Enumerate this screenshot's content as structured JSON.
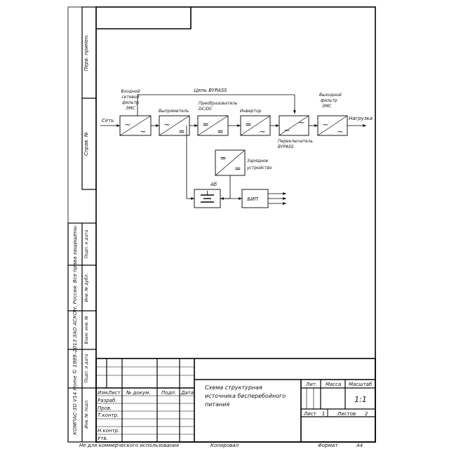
{
  "left_strip": {
    "perv_primen": "Перв. примен.",
    "sprav_no": "Справ. №",
    "podp_data_1": "Подп. и дата",
    "inv_dubl": "Инв. № дубл.",
    "vzam_inv": "Взам. инв. №",
    "podp_data_2": "Подп. и дата",
    "inv_podl": "Инв. № подл.",
    "copyright": "КОМПАС-3D V14 Home © 1989–2013 ЗАО АСКОН, Россия. Все права защищены."
  },
  "diagram": {
    "input_filter": [
      "Входной",
      "сетевой",
      "фильтр",
      "ЭМС"
    ],
    "mains": "Сеть",
    "rectifier": "Выпрямитель",
    "dcdc": [
      "Преобразователь",
      "DC/DC"
    ],
    "inverter": "Инвертор",
    "bypass_switch": [
      "Переключатель",
      "BYPASS"
    ],
    "bypass_chain": "Цепь BYPASS",
    "output_filter": [
      "Выходной",
      "фильтр",
      "ЭМС"
    ],
    "load": "Нагрузка",
    "charger": [
      "Зарядное",
      "устройство"
    ],
    "battery": "Аб",
    "bip": "БИП",
    "symbols": {
      "ac": "~",
      "dc": "="
    }
  },
  "title_block": {
    "name": [
      "Схема структурная",
      "источника бесперебойного",
      "питания"
    ],
    "col_izm": "Изм.",
    "col_list": "Лист",
    "col_docum": "№ докум.",
    "col_podp": "Подп.",
    "col_data": "Дата",
    "razrab": "Разраб.",
    "prov": "Пров.",
    "tkontr": "Т.контр.",
    "nkontr": "Н.контр.",
    "utv": "Утв.",
    "lit": "Лит.",
    "massa": "Масса",
    "masshtab": "Масштаб",
    "scale_value": "1:1",
    "sheet_label": "Лист",
    "sheet_value": "1",
    "sheets_label": "Листов",
    "sheets_value": "2"
  },
  "footer": {
    "noncommercial": "Не для коммерческого использования",
    "copied": "Копировал",
    "format_label": "Формат",
    "format_value": "А4"
  }
}
